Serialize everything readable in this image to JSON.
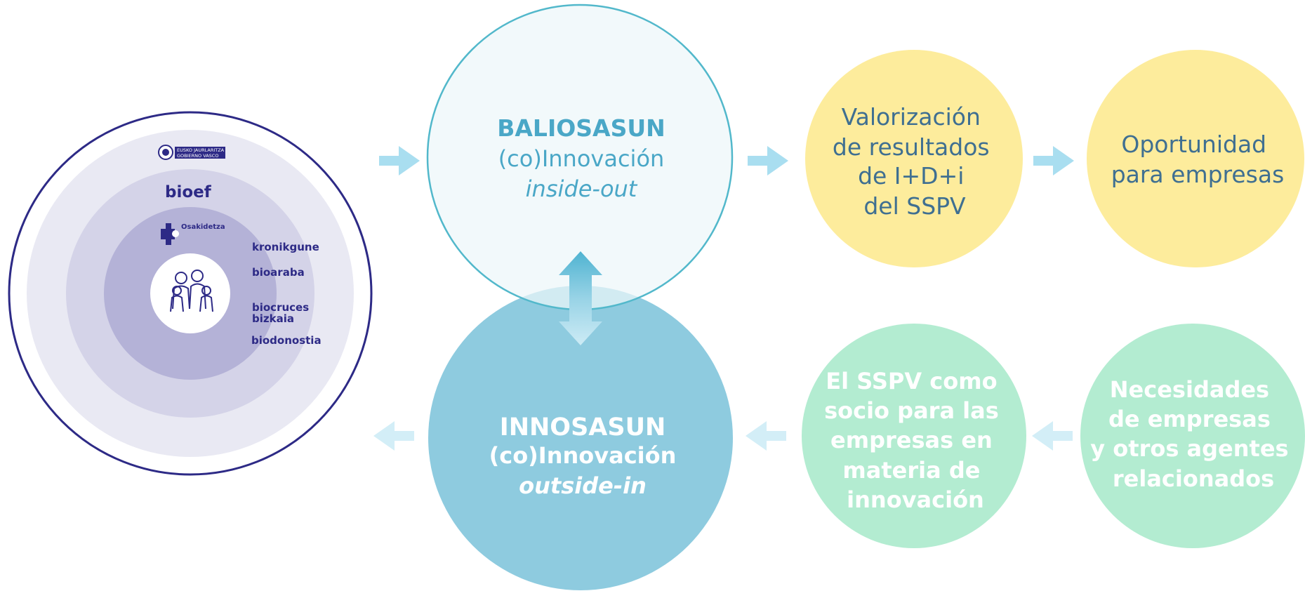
{
  "ecosystem": {
    "logos": {
      "gobierno_line1": "EUSKO JAURLARITZA",
      "gobierno_line2": "GOBIERNO VASCO",
      "bioef": "bioef",
      "osakidetza": "Osakidetza",
      "kronikgune": "kronikgune",
      "bioaraba": "bioaraba",
      "biocruces_line1": "biocruces",
      "biocruces_line2": "bizkaia",
      "biodonostia": "biodonostia"
    }
  },
  "baliosasun": {
    "title": "BALIOSASUN",
    "subtitle": "(co)Innovación",
    "mode": "inside-out"
  },
  "innosasun": {
    "title": "INNOSASUN",
    "subtitle": "(co)Innovación",
    "mode": "outside-in"
  },
  "valorizacion": {
    "lines": [
      "Valorización",
      "de resultados",
      "de I+D+i",
      "del SSPV"
    ]
  },
  "oportunidad": {
    "lines": [
      "Oportunidad",
      "para empresas"
    ]
  },
  "socio": {
    "lines": [
      "El SSPV como",
      "socio para las",
      "empresas en",
      "materia de",
      "innovación"
    ]
  },
  "necesidades": {
    "lines": [
      "Necesidades",
      "de empresas",
      "y otros agentes",
      "relacionados"
    ]
  },
  "colors": {
    "navy": "#2d2a86",
    "teal_text": "#4aa7c7",
    "blue_text": "#3f6f91",
    "baliosasun_fill": "#edf6fa",
    "baliosasun_stroke": "#52b8cb",
    "innosasun_fill": "#8ecbdf",
    "yellow": "#fdec9c",
    "green": "#b3ecd1",
    "arrow": "#a9def0",
    "ring1": "#e9e9f3",
    "ring2": "#d4d3e8",
    "ring3": "#b4b2d7"
  }
}
